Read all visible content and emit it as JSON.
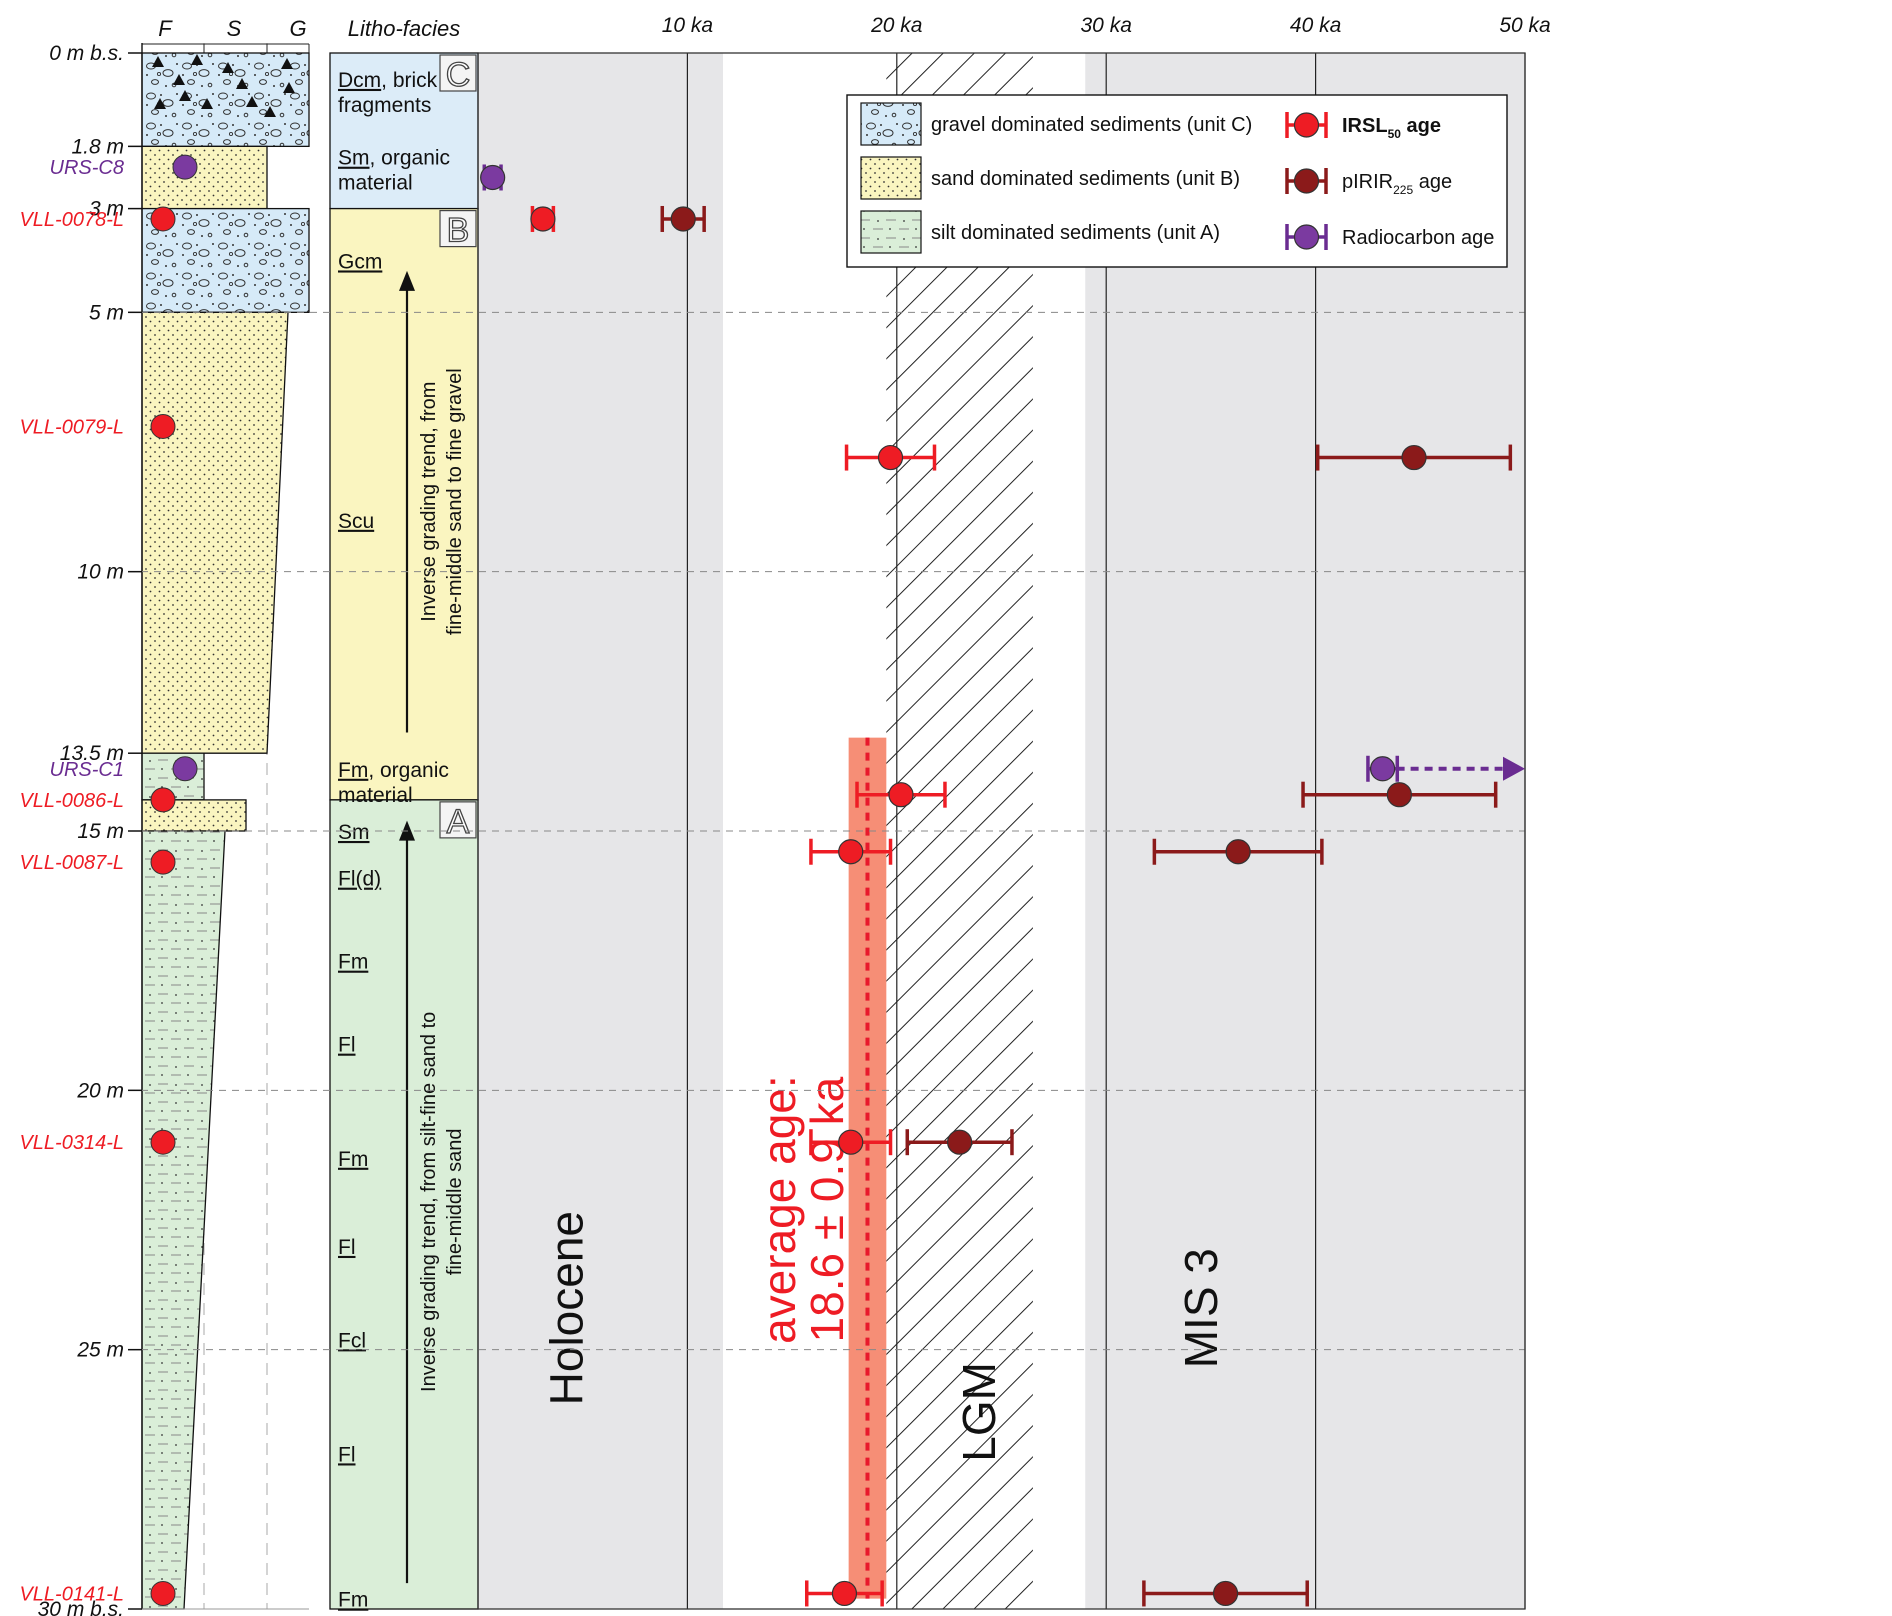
{
  "chart_data": {
    "type": "scatter",
    "title": "",
    "depth_axis": {
      "label_top": "0 m b.s.",
      "label_bottom": "30 m b.s.",
      "ylim": [
        0,
        30
      ],
      "ticks": [
        {
          "value": 0,
          "label": "0 m b.s."
        },
        {
          "value": 1.8,
          "label": "1.8 m"
        },
        {
          "value": 3,
          "label": "3 m"
        },
        {
          "value": 5,
          "label": "5 m"
        },
        {
          "value": 10,
          "label": "10 m"
        },
        {
          "value": 13.5,
          "label": "13.5 m"
        },
        {
          "value": 15,
          "label": "15 m"
        },
        {
          "value": 20,
          "label": "20 m"
        },
        {
          "value": 25,
          "label": "25 m"
        },
        {
          "value": 30,
          "label": "30 m b.s."
        }
      ]
    },
    "grain_size_labels": [
      "F",
      "S",
      "G"
    ],
    "lithofacies_header": "Litho-facies",
    "age_axis": {
      "xlim": [
        0,
        50
      ],
      "ticks": [
        {
          "value": 10,
          "label": "10 ka"
        },
        {
          "value": 20,
          "label": "20 ka"
        },
        {
          "value": 30,
          "label": "30 ka"
        },
        {
          "value": 40,
          "label": "40 ka"
        },
        {
          "value": 50,
          "label": "50 ka"
        }
      ]
    },
    "log_units": [
      {
        "type": "gravel",
        "top": 0,
        "bottom": 1.8,
        "width": "G",
        "triangles": true
      },
      {
        "type": "sand",
        "top": 1.8,
        "bottom": 3,
        "width": "S"
      },
      {
        "type": "gravel",
        "top": 3,
        "bottom": 5,
        "width": "G"
      },
      {
        "type": "sand_taper",
        "top": 5,
        "bottom": 13.5,
        "width_top": "G-",
        "width_bottom": "S"
      },
      {
        "type": "silt",
        "top": 13.5,
        "bottom": 14.4,
        "width": "F+"
      },
      {
        "type": "sand",
        "top": 14.4,
        "bottom": 15,
        "width": "S+"
      },
      {
        "type": "silt_taper",
        "top": 15,
        "bottom": 30,
        "width_top": "S-",
        "width_bottom": "F"
      }
    ],
    "samples": [
      {
        "id": "URS-C8",
        "depth": 2.2,
        "kind": "radiocarbon"
      },
      {
        "id": "VLL-0078-L",
        "depth": 3.2,
        "kind": "luminescence"
      },
      {
        "id": "VLL-0079-L",
        "depth": 7.2,
        "kind": "luminescence"
      },
      {
        "id": "URS-C1",
        "depth": 13.8,
        "kind": "radiocarbon"
      },
      {
        "id": "VLL-0086-L",
        "depth": 14.4,
        "kind": "luminescence"
      },
      {
        "id": "VLL-0087-L",
        "depth": 15.6,
        "kind": "luminescence"
      },
      {
        "id": "VLL-0314-L",
        "depth": 21.0,
        "kind": "luminescence"
      },
      {
        "id": "VLL-0141-L",
        "depth": 29.7,
        "kind": "luminescence"
      }
    ],
    "facies_units": [
      {
        "letter": "C",
        "top": 0,
        "bottom": 3,
        "color": "#dcecf8"
      },
      {
        "letter": "B",
        "top": 3,
        "bottom": 14.4,
        "color": "#faf5c0"
      },
      {
        "letter": "A",
        "top": 14.4,
        "bottom": 30,
        "color": "#daeed8"
      }
    ],
    "facies_labels": [
      {
        "code": "Dcm",
        "rest": ", brick",
        "line2": "fragments",
        "depth": 0.5
      },
      {
        "code": "Sm",
        "rest": ", organic",
        "line2": "material",
        "depth": 2.0
      },
      {
        "code": "Gcm",
        "rest": "",
        "line2": "",
        "depth": 4.0
      },
      {
        "code": "Scu",
        "rest": "",
        "line2": "",
        "depth": 9.0
      },
      {
        "code": "Fm",
        "rest": ", organic",
        "line2": "material",
        "depth": 13.8
      },
      {
        "code": "Sm",
        "rest": "",
        "line2": "",
        "depth": 15.0
      },
      {
        "code": "Fl(d)",
        "rest": "",
        "line2": "",
        "depth": 15.9
      },
      {
        "code": "Fm",
        "rest": "",
        "line2": "",
        "depth": 17.5
      },
      {
        "code": "Fl",
        "rest": "",
        "line2": "",
        "depth": 19.1
      },
      {
        "code": "Fm",
        "rest": "",
        "line2": "",
        "depth": 21.3
      },
      {
        "code": "Fl",
        "rest": "",
        "line2": "",
        "depth": 23.0
      },
      {
        "code": "Fcl",
        "rest": "",
        "line2": "",
        "depth": 24.8
      },
      {
        "code": "Fl",
        "rest": "",
        "line2": "",
        "depth": 27.0
      },
      {
        "code": "Fm",
        "rest": "",
        "line2": "",
        "depth": 29.8
      }
    ],
    "trend_annotations": [
      {
        "line1": "Inverse grading trend, from",
        "line2": "fine-middle sand to fine gravel",
        "top": 4.2,
        "bottom": 13.1
      },
      {
        "line1": "Inverse grading trend, from silt-fine sand to",
        "line2": "fine-middle sand",
        "top": 14.8,
        "bottom": 29.5
      }
    ],
    "periods": [
      {
        "name": "Holocene",
        "from": 0,
        "to": 11.7,
        "fill": "#e6e6e8"
      },
      {
        "name": "LGM",
        "from": 19.5,
        "to": 26.5,
        "fill": "hatch"
      },
      {
        "name": "MIS 3",
        "from": 29,
        "to": 50,
        "fill": "#e6e6e8"
      }
    ],
    "average_age": {
      "label_line1": "average age:",
      "label_line2": "18.6 ± 0.9 ka",
      "value": 18.6,
      "error": 0.9
    },
    "series": [
      {
        "name": "IRSL50 age",
        "color": "#ee1c24",
        "points": [
          {
            "sample": "VLL-0078-L",
            "depth": 3.2,
            "age": 3.1,
            "err": 0.5
          },
          {
            "sample": "VLL-0079-L",
            "depth": 7.8,
            "age": 19.7,
            "err": 2.1
          },
          {
            "sample": "VLL-0086-L",
            "depth": 14.3,
            "age": 20.2,
            "err": 2.1
          },
          {
            "sample": "VLL-0087-L",
            "depth": 15.4,
            "age": 17.8,
            "err": 1.9
          },
          {
            "sample": "VLL-0314-L",
            "depth": 21.0,
            "age": 17.8,
            "err": 1.9
          },
          {
            "sample": "VLL-0141-L",
            "depth": 29.7,
            "age": 17.5,
            "err": 1.8
          }
        ]
      },
      {
        "name": "pIRIR225 age",
        "color": "#8b1a1a",
        "points": [
          {
            "sample": "VLL-0078-L",
            "depth": 3.2,
            "age": 9.8,
            "err": 1.0
          },
          {
            "sample": "VLL-0079-L",
            "depth": 7.8,
            "age": 44.7,
            "err": 4.6
          },
          {
            "sample": "VLL-0086-L",
            "depth": 14.3,
            "age": 44.0,
            "err": 4.6
          },
          {
            "sample": "VLL-0087-L",
            "depth": 15.4,
            "age": 36.3,
            "err": 4.0
          },
          {
            "sample": "VLL-0314-L",
            "depth": 21.0,
            "age": 23.0,
            "err": 2.5
          },
          {
            "sample": "VLL-0141-L",
            "depth": 29.7,
            "age": 35.7,
            "err": 3.9
          }
        ]
      },
      {
        "name": "Radiocarbon age",
        "color": "#6a2c91",
        "points": [
          {
            "sample": "URS-C8",
            "depth": 2.4,
            "age": 0.7,
            "err": 0.4
          },
          {
            "sample": "URS-C1",
            "depth": 13.8,
            "age": 43.2,
            "err": 0.7,
            "open_ended": true
          }
        ]
      }
    ],
    "legend": {
      "placement": "top-right",
      "facies": [
        {
          "key": "gravel",
          "label": "gravel dominated sediments (unit C)"
        },
        {
          "key": "sand",
          "label": "sand dominated sediments (unit B)"
        },
        {
          "key": "silt",
          "label": "silt dominated sediments (unit A)"
        }
      ],
      "ages": [
        {
          "key": "irsl",
          "main": "IRSL",
          "sub": "50",
          "tail": " age",
          "bold": true,
          "color": "#ee1c24"
        },
        {
          "key": "pirir",
          "main": "pIRIR",
          "sub": "225",
          "tail": " age",
          "bold": false,
          "color": "#8b1a1a"
        },
        {
          "key": "radio",
          "main": "Radiocarbon age",
          "sub": "",
          "tail": "",
          "bold": false,
          "color": "#6a2c91"
        }
      ]
    }
  }
}
